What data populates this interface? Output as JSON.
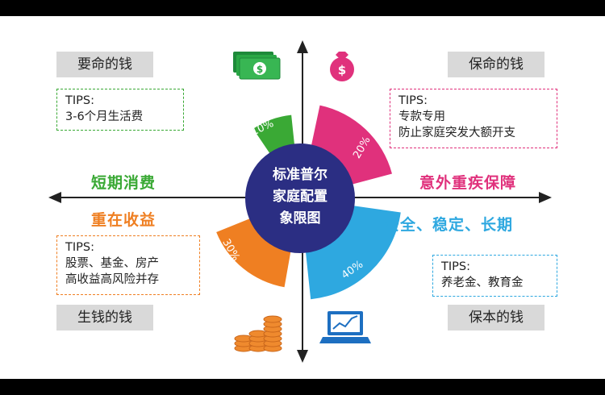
{
  "center": {
    "lines": [
      "标准普尔",
      "家庭配置",
      "象限图"
    ],
    "color": "#2b2e83"
  },
  "quadrants": {
    "top_left": {
      "title": "要命的钱",
      "tips_heading": "TIPS:",
      "tips": [
        "3-6个月生活费"
      ],
      "percent": "10%",
      "color": "#3aa935",
      "label": "短期消费",
      "icon": "cash-icon"
    },
    "top_right": {
      "title": "保命的钱",
      "tips_heading": "TIPS:",
      "tips": [
        "专款专用",
        "防止家庭突发大额开支"
      ],
      "percent": "20%",
      "color": "#e0317c",
      "label": "意外重疾保障",
      "icon": "money-bag-icon"
    },
    "bottom_left": {
      "title": "生钱的钱",
      "tips_heading": "TIPS:",
      "tips": [
        "股票、基金、房产",
        "高收益高风险并存"
      ],
      "percent": "30%",
      "color": "#ef7f22",
      "label": "重在收益",
      "icon": "coin-stack-icon"
    },
    "bottom_right": {
      "title": "保本的钱",
      "tips_heading": "TIPS:",
      "tips": [
        "养老金、教育金"
      ],
      "percent": "40%",
      "color": "#2ea8e0",
      "label": "安全、稳定、长期",
      "icon": "laptop-chart-icon"
    }
  }
}
